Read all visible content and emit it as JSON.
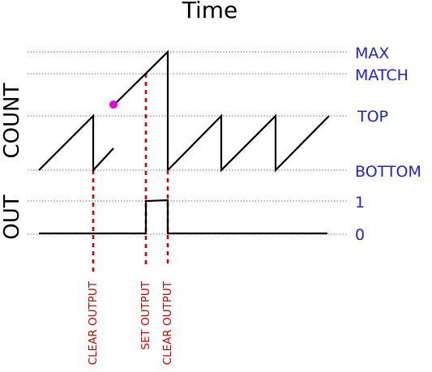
{
  "diagram": {
    "title": "Time",
    "axes": {
      "count_label": "COUNT",
      "out_label": "OUT"
    },
    "levels": [
      {
        "key": "max",
        "label": "MAX"
      },
      {
        "key": "match",
        "label": "MATCH"
      },
      {
        "key": "top",
        "label": "TOP"
      },
      {
        "key": "bottom",
        "label": "BOTTOM"
      },
      {
        "key": "one",
        "label": "1"
      },
      {
        "key": "zero",
        "label": "0"
      }
    ],
    "events": [
      {
        "key": "clear-1",
        "label": "CLEAR OUTPUT"
      },
      {
        "key": "set",
        "label": "SET OUTPUT"
      },
      {
        "key": "clear-2",
        "label": "CLEAR OUTPUT"
      }
    ],
    "marker": {
      "label": ""
    },
    "colors": {
      "level_text": "#1f1fe0",
      "reference_line": "#4a4ad6",
      "event_line": "#cc0000",
      "event_text": "#d00000",
      "waveform": "#000000",
      "marker": "#e000e0"
    }
  }
}
